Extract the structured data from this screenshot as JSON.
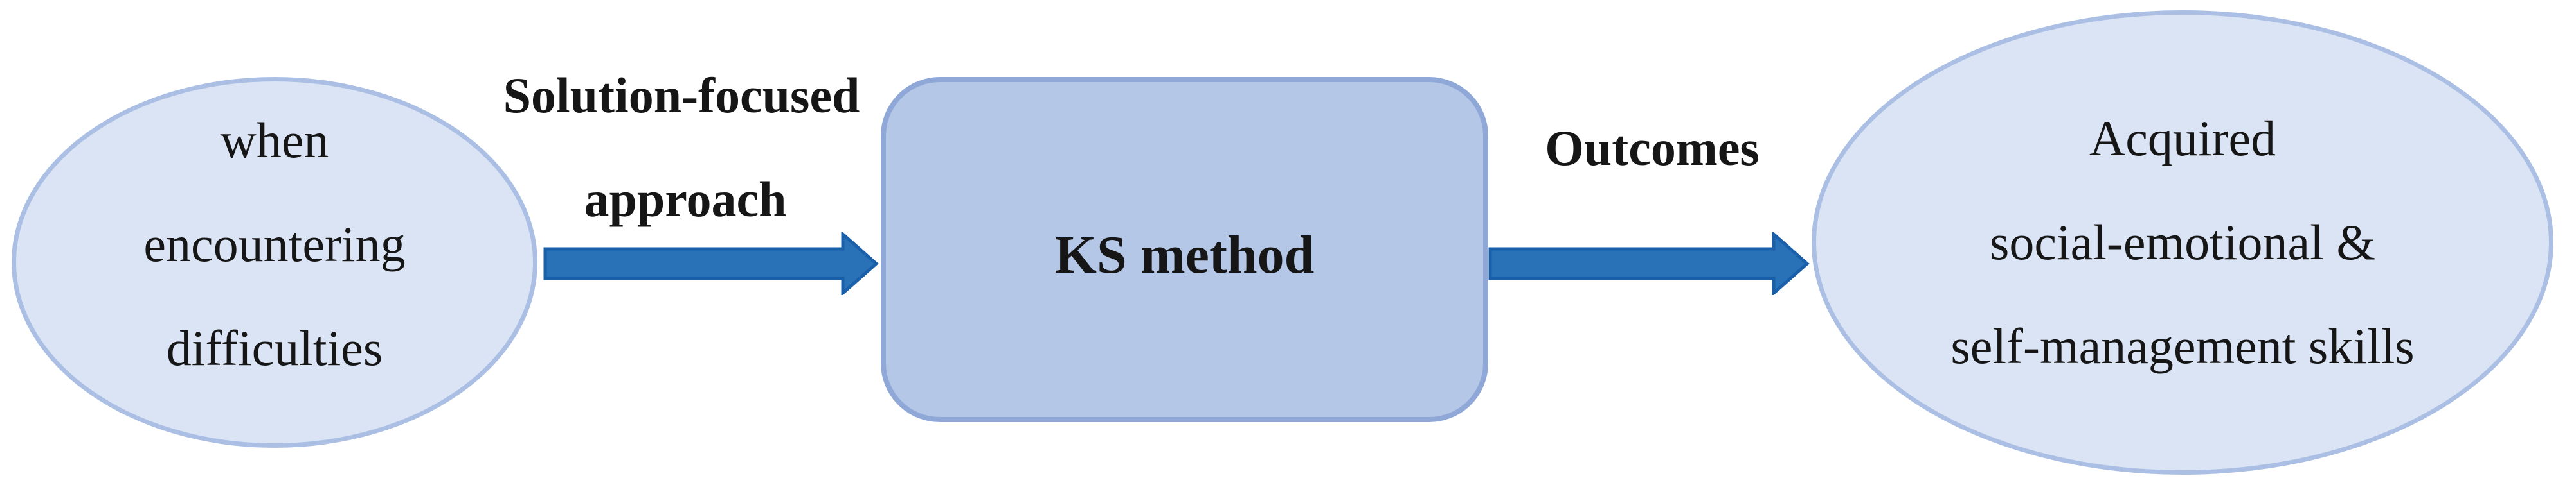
{
  "diagram": {
    "nodes": [
      {
        "id": "when-encountering-difficulties",
        "shape": "ellipse",
        "lines": [
          "when",
          "encountering",
          "difficulties"
        ]
      },
      {
        "id": "ks-method",
        "shape": "rounded-rectangle",
        "title": "KS method"
      },
      {
        "id": "acquired-skills",
        "shape": "ellipse",
        "lines": [
          "Acquired",
          "social-emotional &",
          "self-management skills"
        ]
      }
    ],
    "arrows": [
      {
        "id": "solution-focused-approach",
        "from": "when-encountering-difficulties",
        "to": "ks-method",
        "label_lines": [
          "Solution-focused",
          "approach"
        ]
      },
      {
        "id": "outcomes",
        "from": "ks-method",
        "to": "acquired-skills",
        "label_lines": [
          "Outcomes"
        ]
      }
    ],
    "colors": {
      "ellipse_fill": "#dbe4f4",
      "ellipse_border": "#aabfe3",
      "box_fill": "#b4c7e7",
      "box_border": "#8fa8d8",
      "arrow_fill": "#2a72b8",
      "arrow_stroke": "#1a5fa9",
      "text": "#161616"
    }
  }
}
